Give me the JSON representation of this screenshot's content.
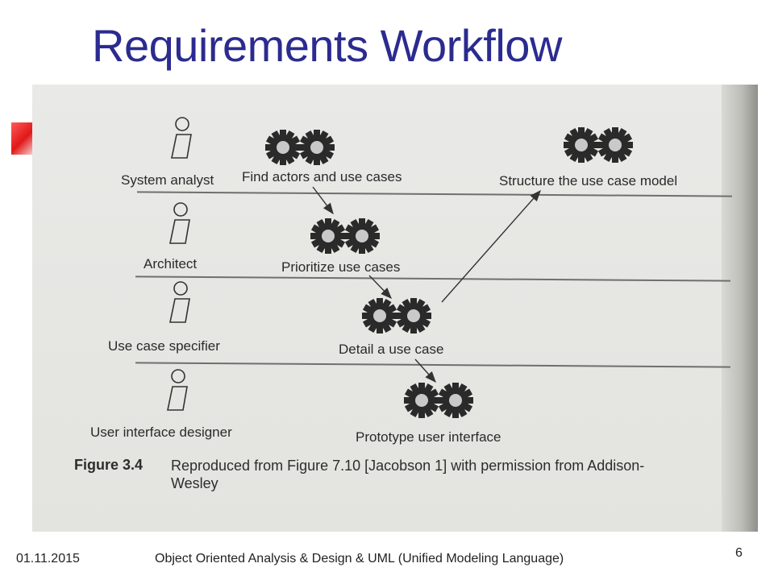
{
  "slide": {
    "title": "Requirements Workflow",
    "footer": {
      "date": "01.11.2015",
      "title": "Object Oriented Analysis & Design & UML (Unified Modeling Language)",
      "page": "6"
    }
  },
  "diagram": {
    "lanes": [
      {
        "worker": "System analyst"
      },
      {
        "worker": "Architect"
      },
      {
        "worker": "Use case specifier"
      },
      {
        "worker": "User interface designer"
      }
    ],
    "activities": [
      {
        "label": "Find actors and use cases",
        "lane": "System analyst"
      },
      {
        "label": "Structure the use case model",
        "lane": "System analyst"
      },
      {
        "label": "Prioritize use cases",
        "lane": "Architect"
      },
      {
        "label": "Detail a use case",
        "lane": "Use case specifier"
      },
      {
        "label": "Prototype user interface",
        "lane": "User interface designer"
      }
    ],
    "flows": [
      {
        "from": "Find actors and use cases",
        "to": "Prioritize use cases"
      },
      {
        "from": "Prioritize use cases",
        "to": "Detail a use case"
      },
      {
        "from": "Detail a use case",
        "to": "Structure the use case model"
      },
      {
        "from": "Detail a use case",
        "to": "Prototype user interface"
      }
    ],
    "caption": {
      "figure": "Figure 3.4",
      "text": "Reproduced from Figure 7.10 [Jacobson 1] with permission from Addison-Wesley"
    }
  },
  "colors": {
    "title": "#2b2b8f",
    "gear": "#2a2a2a",
    "line": "#6f6f6f"
  }
}
